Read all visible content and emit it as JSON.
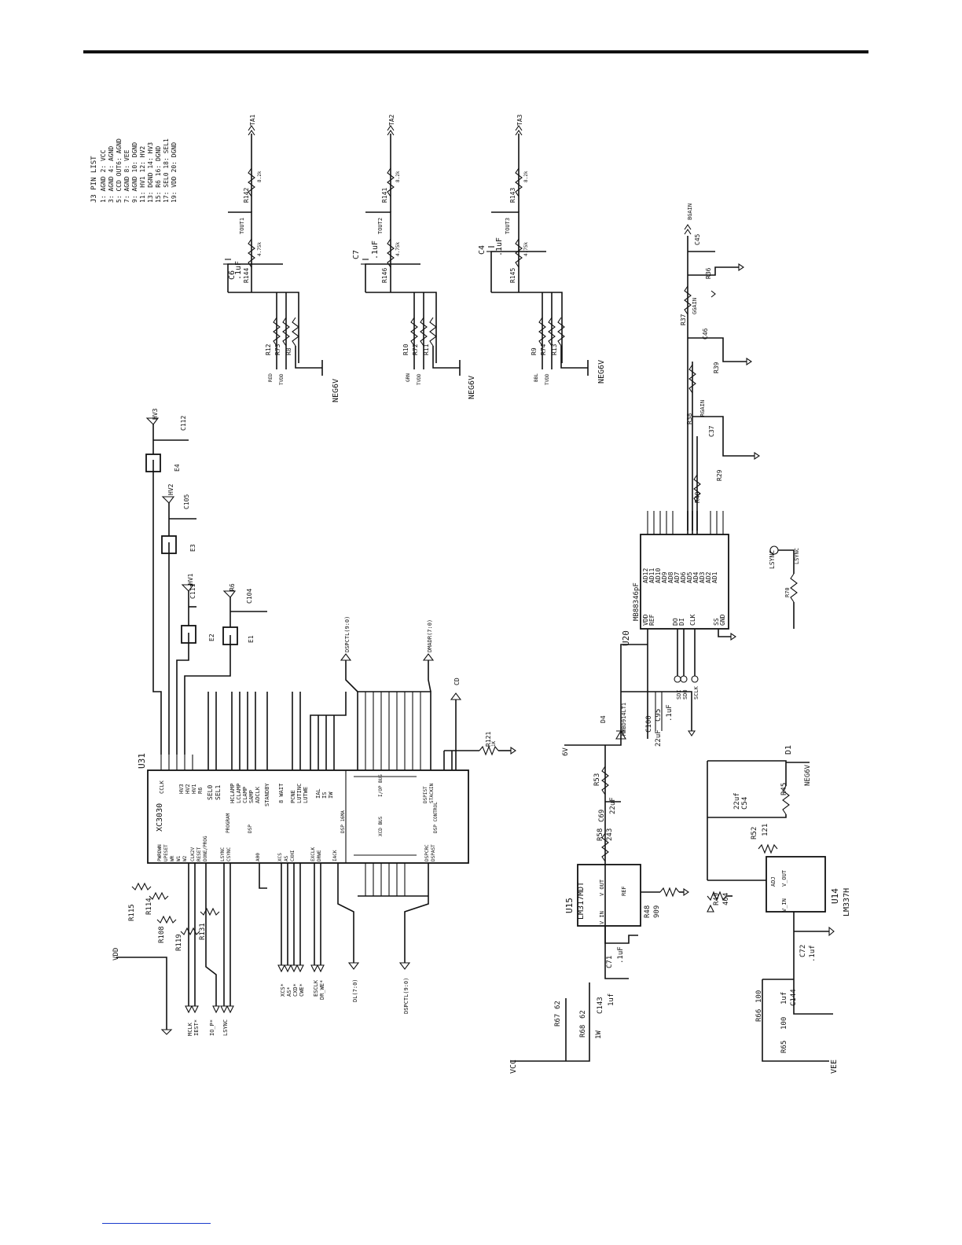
{
  "j3": {
    "title": "J3 PIN LIST",
    "rows": [
      "1: AGND 2: VCC",
      "3: AGND 4: AGND",
      "5: CCD OUT6: AGND",
      "7: AGND 8: VEE",
      "9: AGND 10: DGND",
      "11: HV1 12: HV2",
      "13: DGND 14: HV3",
      "15: R6 16: DGND",
      "17: SEL0 18: SEL1",
      "19: VDD 20: DGND"
    ]
  },
  "chips": {
    "u31": {
      "ref": "U31",
      "part": "XC3030",
      "right_pins": [
        "CCLK",
        "HV3",
        "HV2",
        "HV1",
        "R6",
        "SEL0",
        "SEL1",
        "HCLAMP",
        "LCLAMP",
        "CLAMP",
        "SAMP",
        "ADCLK",
        "STANDBY",
        "8 WAIT",
        "PCNE",
        "LUTINC",
        "LUTWE",
        "IAL",
        "IS",
        "IW"
      ],
      "left_pins": [
        "PWRDWN",
        "UPESET",
        "WR",
        "W1",
        "W2",
        "CLK2V",
        "RESET",
        "DONE/PROG",
        "LSYNC",
        "CSYNC",
        "A00",
        "XCS",
        "AS",
        "CXHI",
        "EXCLK",
        "DRWE",
        "IACK"
      ],
      "ports": [
        "PROGRAM",
        "DSP",
        "DSP 16MA",
        "I/OP BUS",
        "XCD BUS",
        "DSP CONTROL",
        "DSPCRC",
        "DSPAST",
        "DSPIST",
        "STACKIN"
      ]
    },
    "u20": {
      "ref": "U20",
      "part": "MB88346pF",
      "pins": [
        "AD12",
        "AD11",
        "AD10",
        "AD9",
        "AD8",
        "AD7",
        "AD6",
        "AD5",
        "AD4",
        "AD3",
        "AD2",
        "AD1",
        "VDD",
        "REF",
        "DO",
        "DI",
        "CLK",
        "SS",
        "GND"
      ]
    },
    "u15": {
      "ref": "U15",
      "part": "LM317MDT",
      "pins": [
        "V_OUT",
        "V_IN",
        "REF"
      ]
    },
    "u14": {
      "ref": "U14",
      "part": "LM337H",
      "pins": [
        "V_OUT",
        "ADJ",
        "V_IN"
      ]
    }
  },
  "stages": [
    {
      "cap": "C6",
      "cap_val": ".1uF",
      "tout": "TOUT1",
      "rfb": "R144",
      "rfb_val": "4.75k",
      "rout": "R142",
      "rout_val": "8.2k",
      "out": "TA1",
      "in_color": "RED",
      "r_top": "R12",
      "r_mid": "R73",
      "r_bot": "R8",
      "supply": "NEG6V",
      "vdd": "TVDD"
    },
    {
      "cap": "C7",
      "cap_val": ".1uF",
      "tout": "TOUT2",
      "rfb": "R146",
      "rfb_val": "4.75k",
      "rout": "R141",
      "rout_val": "8.2k",
      "out": "TA2",
      "in_color": "GRN",
      "r_top": "R10",
      "r_mid": "R72",
      "r_bot": "R11",
      "supply": "NEG6V",
      "vdd": "TVDD"
    },
    {
      "cap": "C4",
      "cap_val": ".1uF",
      "tout": "TOUT3",
      "rfb": "R145",
      "rfb_val": "4.75k",
      "rout": "R143",
      "rout_val": "8.2k",
      "out": "TA3",
      "in_color": "BBL",
      "r_top": "R9",
      "r_mid": "R74",
      "r_bot": "R13",
      "supply": "NEG6V",
      "vdd": "TVDD"
    }
  ],
  "gain": {
    "labels": [
      "BGAIN",
      "GGAIN",
      "RGAIN",
      "R37",
      "R36",
      "R38",
      "R39",
      "R29",
      "R40",
      "C45",
      "C46",
      "C37"
    ]
  },
  "filters": [
    {
      "ref": "E1",
      "cap": "C104",
      "out": "R6"
    },
    {
      "ref": "E2",
      "cap": "C111",
      "out": "HV1"
    },
    {
      "ref": "E3",
      "cap": "C105",
      "out": "HV2"
    },
    {
      "ref": "E4",
      "cap": "C112",
      "out": "HV3"
    }
  ],
  "nets": {
    "vdd": "VDD",
    "vcc": "VCC",
    "vee": "VEE",
    "six_v": "6V",
    "neg6v": "NEG6V",
    "lsync": "LSYNC",
    "lsync_out": "LSYNC",
    "r70": "R70",
    "cd": "CD",
    "dspctl_top": "DSPCTL(9:0)",
    "dmadr": "DMADR(7:0)",
    "dl_bus": "DL(7:0)",
    "dspctl_bot": "DSPCTL(9:0)",
    "mclk": "MCLK",
    "iest": "IEST*",
    "iop": "IO_P*",
    "sync": "LSYNC",
    "xcs": "XCS*",
    "as": "AS*",
    "cxd": "CXD*",
    "cwe": "CWE*",
    "esclk": "ESCLK",
    "drwe": "DR_WE*",
    "sdi": "SDI",
    "sdo": "SDO",
    "sclk": "SCLK",
    "gnd": "GND"
  },
  "parts": {
    "r115": "R115",
    "r114": "R114",
    "r108": "R108",
    "r119": "R119",
    "r131": "R131",
    "r121": "R121",
    "r121_val": "1K",
    "d4": "D4",
    "d4_part": "MMBD914LT1",
    "c100": "C100",
    "c100_val": "22uF",
    "c95": "C95",
    "c95_val": ".1uF",
    "r53": "R53",
    "c69": "C69",
    "c69_val": "22uF",
    "r58": "R58",
    "r58_val": "243",
    "r48": "R48",
    "r48_val": "909",
    "c71": "C71",
    "c71_val": ".1uF",
    "c143": "C143",
    "c143_val": "1uf",
    "r67": "R67",
    "r67_val": "62",
    "r68": "R68",
    "r68_val": "62",
    "d1": "D1",
    "r45": "R45",
    "c54": "C54",
    "c54_val": "22uf",
    "r52": "R52",
    "r52_val": "121",
    "r49": "R49",
    "r49_val": "464",
    "c72": "C72",
    "c72_val": ".1uf",
    "c144": "C144",
    "c144_val": "1uf",
    "r66": "R66",
    "r66_val": "100",
    "r65": "R65",
    "r65_val": "100",
    "w1": "1W"
  }
}
